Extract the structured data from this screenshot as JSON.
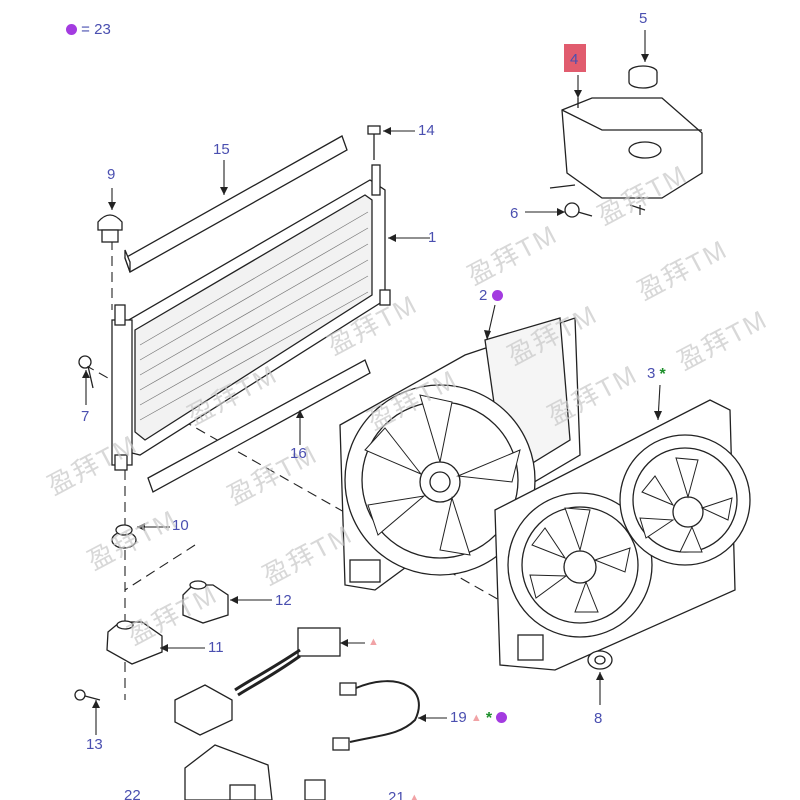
{
  "legend": {
    "count": "23",
    "equals": "="
  },
  "watermark": "盈拜TM",
  "symbols": {
    "triangle": "▲",
    "star": "*"
  },
  "colors": {
    "callout": "#4a4fb0",
    "triangle": "#f1a3a6",
    "star": "#1c8f2a",
    "dot": "#a33be0",
    "highlight": "#e15c6e"
  },
  "callouts": {
    "c1": "1",
    "c2": "2",
    "c3": "3",
    "c4": "4",
    "c5": "5",
    "c6": "6",
    "c7": "7",
    "c8": "8",
    "c9": "9",
    "c10": "10",
    "c11": "11",
    "c12": "12",
    "c13": "13",
    "c14": "14",
    "c15": "15",
    "c16": "16",
    "c19": "19",
    "c21": "21",
    "c22": "22"
  }
}
